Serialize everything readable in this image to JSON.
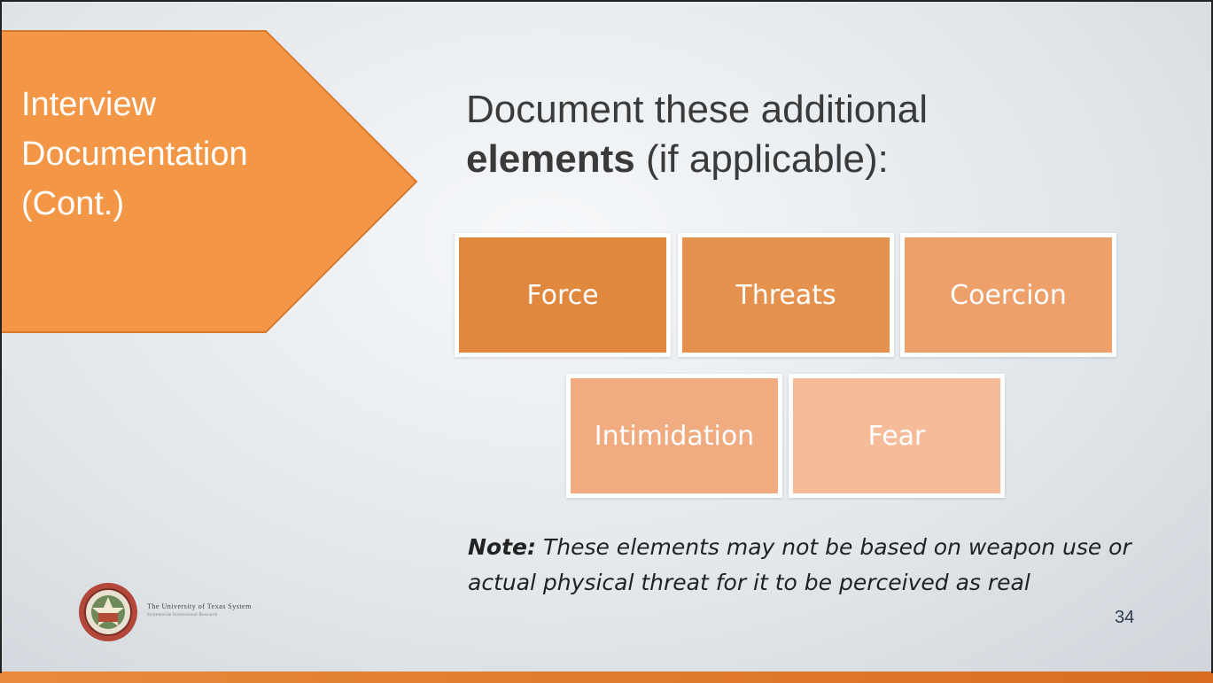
{
  "slide": {
    "title_lines": [
      "Interview",
      "Documentation",
      "(Cont.)"
    ],
    "heading": {
      "line1": "Document these additional",
      "bold": "elements",
      "rest": " (if applicable):"
    },
    "elements": [
      {
        "label": "Force",
        "color": "#e0883e"
      },
      {
        "label": "Threats",
        "color": "#e6924f"
      },
      {
        "label": "Coercion",
        "color": "#eda06a"
      },
      {
        "label": "Intimidation",
        "color": "#f0ab80"
      },
      {
        "label": "Fear",
        "color": "#f6bb99"
      }
    ],
    "note": {
      "label": "Note:",
      "text": " These elements may not be based on weapon use or actual physical threat for it to be perceived as real"
    },
    "page_number": "34",
    "footer": {
      "org_name": "The University of Texas System",
      "org_subtitle": "Systemwide Institutional Research"
    },
    "accent_color": "#f39645"
  }
}
